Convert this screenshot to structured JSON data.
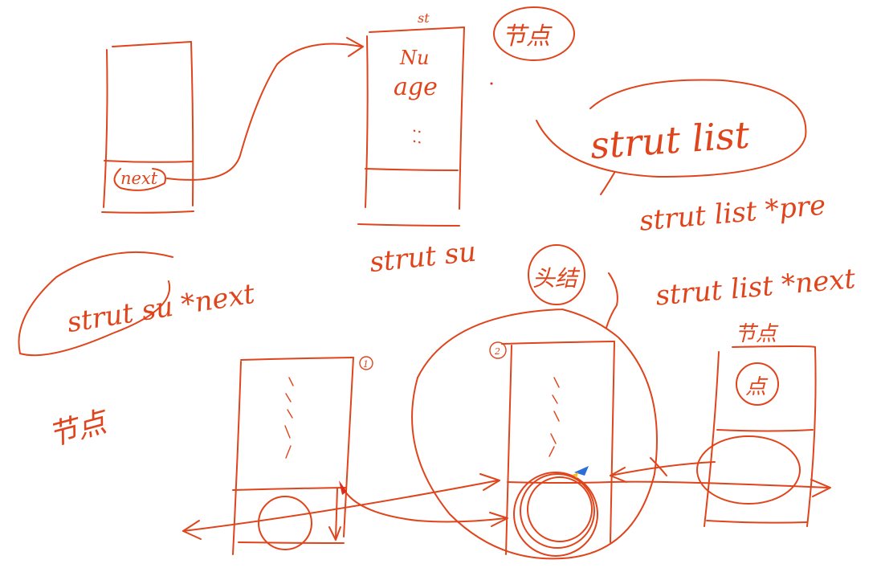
{
  "canvas": {
    "background": "#ffffff",
    "ink_color": "#e0441b"
  },
  "labels": {
    "node_top": "节点",
    "st_label": "st",
    "nu_label": "Nu",
    "age_label": "age",
    "dots_label": ": :",
    "next_label": "next",
    "struct_su": "strut su",
    "struct_list": "strut list",
    "struct_list_pre": "strut list *pre",
    "struct_list_next": "strut list *next",
    "struct_su_next": "strut su *next",
    "head_label": "头结",
    "node_left": "节点",
    "node_right": "节点",
    "node_right_inner": "点",
    "marker_1": "1",
    "marker_2": "2"
  }
}
